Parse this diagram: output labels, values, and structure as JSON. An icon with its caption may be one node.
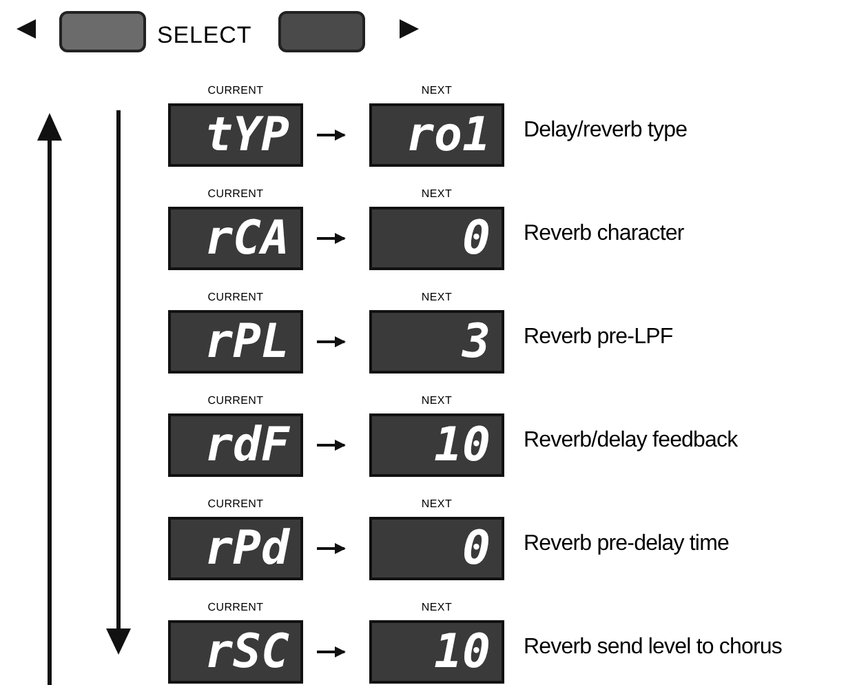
{
  "diagram": {
    "nodes": [
      {
        "text": [
          "CURRENT",
          "tYP"
        ]
      },
      {
        "text": [
          "NEXT",
          "ro1"
        ],
        "beside": [
          "Delay/reverb type"
        ]
      },
      {
        "text": [
          "CURRENT",
          "rCA"
        ]
      },
      {
        "text": [
          "NEXT",
          "0"
        ],
        "beside": [
          "Reverb character"
        ]
      },
      {
        "text": [
          "CURRENT",
          "rPL"
        ]
      },
      {
        "text": [
          "NEXT",
          "3"
        ],
        "beside": [
          "Reverb pre-LPF"
        ]
      },
      {
        "text": [
          "CURRENT",
          "rdF"
        ]
      },
      {
        "text": [
          "NEXT",
          "10"
        ],
        "beside": [
          "Reverb/delay feedback"
        ]
      },
      {
        "text": [
          "CURRENT",
          "rPd"
        ]
      },
      {
        "text": [
          "NEXT",
          "0"
        ],
        "beside": [
          "Reverb pre-delay time"
        ]
      },
      {
        "text": [
          "CURRENT",
          "rSC"
        ]
      },
      {
        "text": [
          "NEXT",
          "10"
        ],
        "beside": [
          "Reverb send level to chorus"
        ]
      }
    ],
    "edges": [
      {
        "from": 0,
        "to": 1,
        "arrow": "to"
      },
      {
        "from": 2,
        "to": 3,
        "arrow": "to"
      },
      {
        "from": 4,
        "to": 5,
        "arrow": "to"
      },
      {
        "from": 6,
        "to": 7,
        "arrow": "to"
      },
      {
        "from": 8,
        "to": 9,
        "arrow": "to"
      },
      {
        "from": 10,
        "to": 11,
        "arrow": "to"
      }
    ],
    "labels": [
      "SELECT"
    ]
  }
}
